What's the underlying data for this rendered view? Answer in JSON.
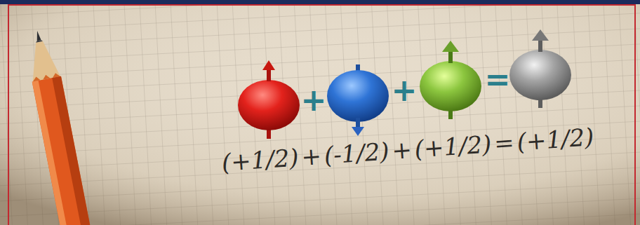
{
  "diagram": {
    "labels": [
      "+",
      "+",
      "=",
      "(+1/2)",
      "+",
      "(-1/2)",
      "+",
      "(+1/2)",
      "=",
      "(+1/2)"
    ]
  }
}
